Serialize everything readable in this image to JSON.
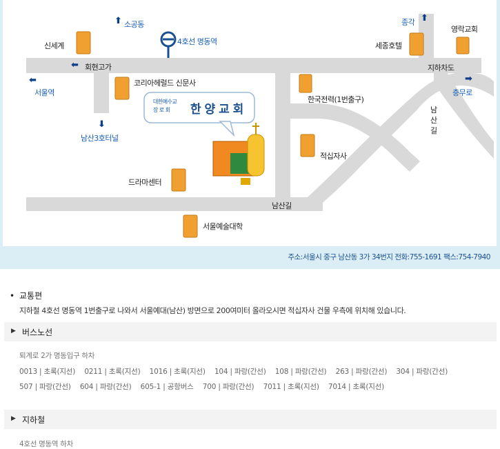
{
  "map": {
    "station": "4호선 명동역",
    "church_title_small_top": "대한예수교",
    "church_title_small_bottom": "장 로 회",
    "church_title": "한 양 교 회",
    "places": {
      "shinsegae": "신세계",
      "sehotel": "세종호텔",
      "youngnak": "영락교회",
      "korea_herald": "코리아헤럴드 신문사",
      "kepco": "한국전력(1번출구)",
      "redcross": "적십자사",
      "drama": "드라마센터",
      "seoul_arts": "서울예술대학"
    },
    "roads": {
      "sogong": "소공동",
      "hoehyeon": "회현고가",
      "seoul_station": "서울역",
      "namsan_tunnel": "남산3호터널",
      "jonggak": "종각",
      "underpass": "지하차도",
      "chungmuro": "충무로",
      "namsan_gil_v": "남\n산\n길",
      "namsan_gil": "남산길"
    },
    "address": "주소:서울시 중구 남산동 3가 34번지  전화:755-1691 팩스:754-7940"
  },
  "traffic": {
    "title": "교통편",
    "desc": "지하철 4호선 명동역 1번출구로 나와서 서울예대(남산) 방면으로 200여미터 올라오시면 적십자사 건물 우측에 위치해 있습니다."
  },
  "bus": {
    "title": "버스노선",
    "stop": "퇴계로 2가 명동입구 하차",
    "line1": [
      "0013 | 초록(지선)",
      "0211 | 초록(지선)",
      "1016 | 초록(지선)",
      "104 | 파랑(간선)",
      "108 | 파랑(간선)",
      "263 | 파랑(간선)",
      "304 | 파랑(간선)"
    ],
    "line2": [
      "507 | 파랑(간선)",
      "604 | 파랑(간선)",
      "605-1 | 공항버스",
      "700 | 파랑(간선)",
      "7011 | 초록(지선)",
      "7014 | 초록(지선)"
    ]
  },
  "subway": {
    "title": "지하철",
    "stop": "4호선 명동역 하차"
  }
}
